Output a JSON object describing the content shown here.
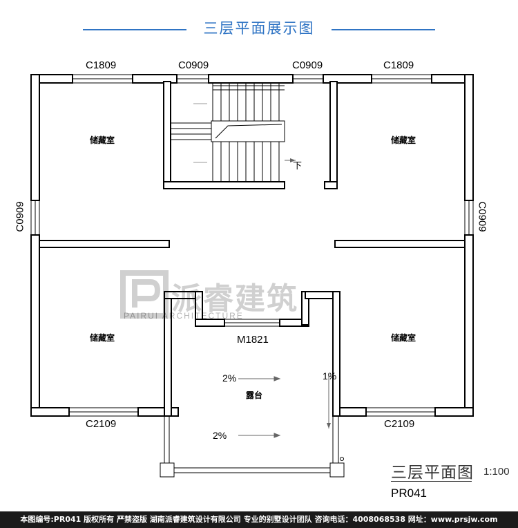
{
  "header": {
    "title": "三层平面展示图",
    "accent": "#2f74c4"
  },
  "plan": {
    "windows_top": [
      "C1809",
      "C0909",
      "C0909",
      "C1809"
    ],
    "windows_side_left": "C0909",
    "windows_side_right": "C0909",
    "windows_bottom": [
      "C2109",
      "C2109"
    ],
    "door_label": "M1821",
    "rooms": [
      "储藏室",
      "储藏室",
      "储藏室",
      "储藏室"
    ],
    "terrace_label": "露台",
    "slopes": [
      "2%",
      "2%",
      "1%"
    ],
    "stair_label": "下"
  },
  "watermark": {
    "brand": "派睿建筑",
    "brand_en": "PAIRUI ARCHITECTURE"
  },
  "title_block": {
    "title": "三层平面图",
    "scale": "1:100",
    "code": "PR041"
  },
  "footer": {
    "text": "本图编号:PR041 版权所有 严禁盗版 湖南派睿建筑设计有限公司 专业的别墅设计团队 咨询电话：4008068538 网址：www.prsjw.com"
  }
}
